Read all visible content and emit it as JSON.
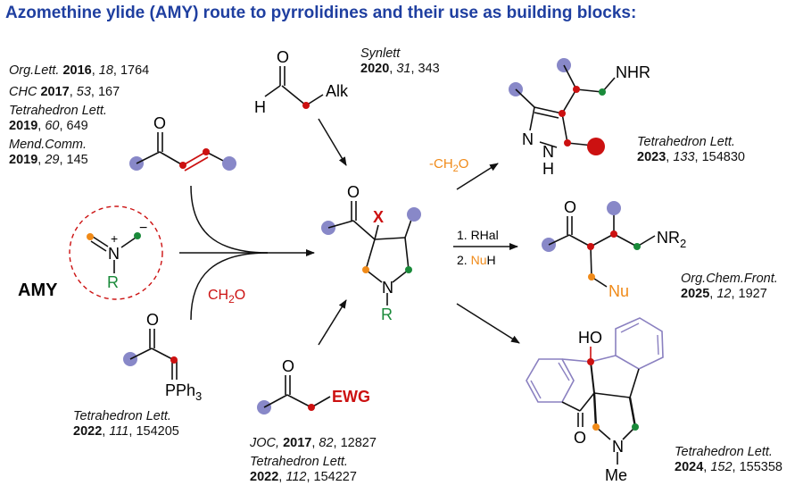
{
  "title": "Azomethine ylide (AMY) route to pyrrolidines and their use as building blocks:",
  "colors": {
    "title_blue": "#1f3fa0",
    "substituent_blob": "#8888c8",
    "red_atom": "#cc1111",
    "orange_atom": "#f08a18",
    "green_atom": "#1a8a3a",
    "fused_ring_purple": "#8a80c0"
  },
  "labels": {
    "amy": "AMY",
    "ylide_n": "N",
    "ylide_plus": "+",
    "ylide_minus": "−",
    "ylide_r": "R",
    "aldehyde_h": "H",
    "aldehyde_o": "O",
    "aldehyde_alk": "Alk",
    "enone_o": "O",
    "ylide_reagent_o": "O",
    "pph3": "PPh",
    "pph3_sub": "3",
    "ch2o_reagent": "CH",
    "ch2o_sub": "2",
    "ch2o_suffix": "O",
    "ewg_o": "O",
    "ewg": "EWG",
    "product_o": "O",
    "product_x": "X",
    "product_n": "N",
    "product_r": "R",
    "pyrazole_n1": "N",
    "pyrazole_nh": "N",
    "pyrazole_h": "H",
    "nhr": "NHR",
    "minus_ch2o_prefix": "-CH",
    "minus_ch2o_sub": "2",
    "minus_ch2o_suffix": "O",
    "step1": "1. RHal",
    "step2_prefix": "2. ",
    "step2_nu": "Nu",
    "step2_suffix": "H",
    "open_o": "O",
    "nr2": "NR",
    "nr2_sub": "2",
    "nu": "Nu",
    "fused_ho": "HO",
    "fused_o": "O",
    "fused_n": "N",
    "fused_me": "Me"
  },
  "references": {
    "ref_topleft": [
      {
        "journal": "Org.Lett.",
        "year": "2016",
        "vol": "18",
        "page": "1764"
      },
      {
        "journal": "CHC",
        "year": "2017",
        "vol": "53",
        "page": "167"
      },
      {
        "journal": "Tetrahedron Lett.",
        "year": "2019",
        "vol": "60",
        "page": "649"
      },
      {
        "journal": "Mend.Comm.",
        "year": "2019",
        "vol": "29",
        "page": "145"
      }
    ],
    "ref_synlett": {
      "journal": "Synlett",
      "year": "2020",
      "vol": "31",
      "page": "343"
    },
    "ref_pph3": {
      "journal": "Tetrahedron Lett.",
      "year": "2022",
      "vol": "111",
      "page": "154205"
    },
    "ref_joc": {
      "journal": "JOC,",
      "year": "2017",
      "vol": "82",
      "page": "12827"
    },
    "ref_tl2022": {
      "journal": "Tetrahedron Lett.",
      "year": "2022",
      "vol": "112",
      "page": "154227"
    },
    "ref_pyrazole": {
      "journal": "Tetrahedron Lett.",
      "year": "2023",
      "vol": "133",
      "page": "154830"
    },
    "ref_ocf": {
      "journal": "Org.Chem.Front.",
      "year": "2025",
      "vol": "12",
      "page": "1927"
    },
    "ref_fused": {
      "journal": "Tetrahedron Lett.",
      "year": "2024",
      "vol": "152",
      "page": "155358"
    }
  }
}
